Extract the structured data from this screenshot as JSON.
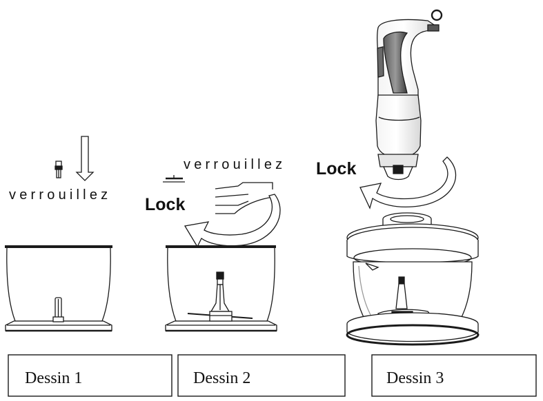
{
  "labels": {
    "lock_word": "verrouillez",
    "lock_en": "Lock"
  },
  "panels": [
    {
      "caption": "Dessin 1"
    },
    {
      "caption": "Dessin 2"
    },
    {
      "caption": "Dessin 3"
    }
  ],
  "colors": {
    "line": "#1a1a1a",
    "fill": "#ffffff"
  }
}
